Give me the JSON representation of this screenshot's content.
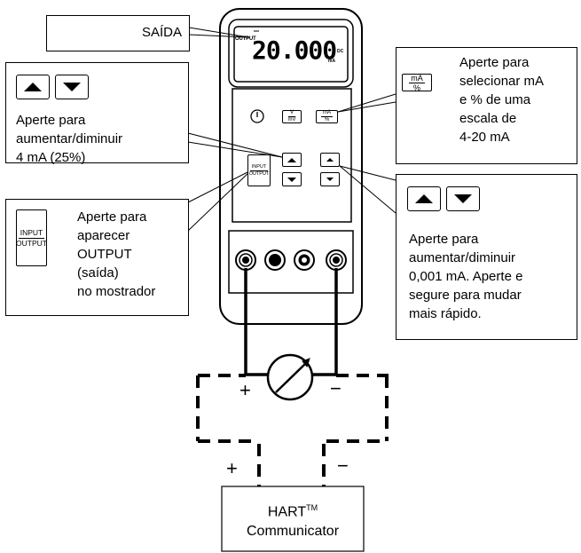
{
  "callouts": {
    "saida": "SAÍDA",
    "increase_4ma": "Aperte para\naumentar/diminuir\n4 mA (25%)",
    "input_output": "Aperte para\naparecer\nOUTPUT\n(saída)\nno mostrador",
    "ma_percent": "Aperte para\nselecionar mA\ne % de uma\nescala de\n4-20 mA",
    "increase_fine": "Aperte para\naumentar/diminuir\n0,001 mA. Aperte e\nsegure para mudar\nmais rápido."
  },
  "keys": {
    "input": "INPUT",
    "output": "OUTPUT",
    "ma": "mA",
    "percent": "%",
    "v": "V",
    "mv": "mV"
  },
  "display": {
    "mode": "OUTPUT",
    "value": "20.000",
    "unit": "mA",
    "dc": "DC"
  },
  "circuit": {
    "plus_top": "+",
    "minus_top": "−",
    "plus_bottom": "+",
    "minus_bottom": "−"
  },
  "communicator": {
    "name": "HART",
    "trademark": "TM",
    "subtitle": "Communicator"
  }
}
